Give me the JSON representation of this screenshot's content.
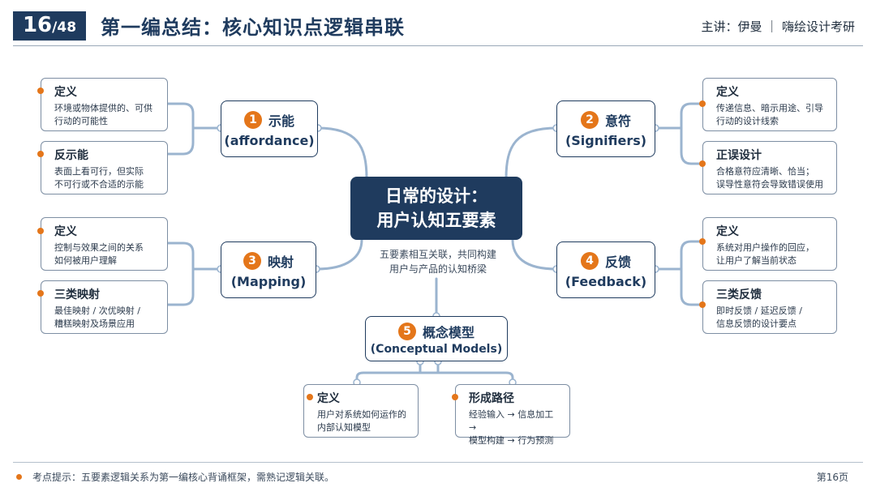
{
  "header": {
    "page_current": "16",
    "page_total": "/48",
    "title": "第一编总结：核心知识点逻辑串联",
    "speaker": "主讲：伊曼 ｜ 嗨绘设计考研"
  },
  "center": {
    "line1": "日常的设计：",
    "line2": "用户认知五要素",
    "caption_line1": "五要素相互关联，共同构建",
    "caption_line2": "用户与产品的认知桥梁"
  },
  "nodes": [
    {
      "num": "1",
      "name": "示能",
      "en": "(affordance)"
    },
    {
      "num": "2",
      "name": "意符",
      "en": "(Signifiers)"
    },
    {
      "num": "3",
      "name": "映射",
      "en": "(Mapping)"
    },
    {
      "num": "4",
      "name": "反馈",
      "en": "(Feedback)"
    },
    {
      "num": "5",
      "name": "概念模型",
      "en": "(Conceptual Models)"
    }
  ],
  "leaves": {
    "affordance_def": {
      "title": "定义",
      "l1": "环境或物体提供的、可供",
      "l2": "行动的可能性"
    },
    "affordance_anti": {
      "title": "反示能",
      "l1": "表面上看可行，但实际",
      "l2": "不可行或不合适的示能"
    },
    "signifiers_def": {
      "title": "定义",
      "l1": "传递信息、暗示用途、引导",
      "l2": "行动的设计线索"
    },
    "signifiers_correct": {
      "title": "正误设计",
      "l1": "合格意符应清晰、恰当；",
      "l2": "误导性意符会导致错误使用"
    },
    "mapping_def": {
      "title": "定义",
      "l1": "控制与效果之间的关系",
      "l2": "如何被用户理解"
    },
    "mapping_types": {
      "title": "三类映射",
      "l1": "最佳映射 / 次优映射 /",
      "l2": "糟糕映射及场景应用"
    },
    "feedback_def": {
      "title": "定义",
      "l1": "系统对用户操作的回应，",
      "l2": "让用户了解当前状态"
    },
    "feedback_types": {
      "title": "三类反馈",
      "l1": "即时反馈 / 延迟反馈 /",
      "l2": "信息反馈的设计要点"
    },
    "model_def": {
      "title": "定义",
      "l1": "用户对系统如何运作的",
      "l2": "内部认知模型"
    },
    "model_path": {
      "title": "形成路径",
      "l1": "经验输入 → 信息加工 →",
      "l2": "模型构建 → 行为预测"
    }
  },
  "footer": {
    "note": "考点提示：五要素逻辑关系为第一编核心背诵框架，需熟记逻辑关联。",
    "page_label": "第16页"
  },
  "colors": {
    "navy": "#1f3b5e",
    "accent_orange": "#e4761a",
    "connector_blue": "#9bb4cf"
  }
}
